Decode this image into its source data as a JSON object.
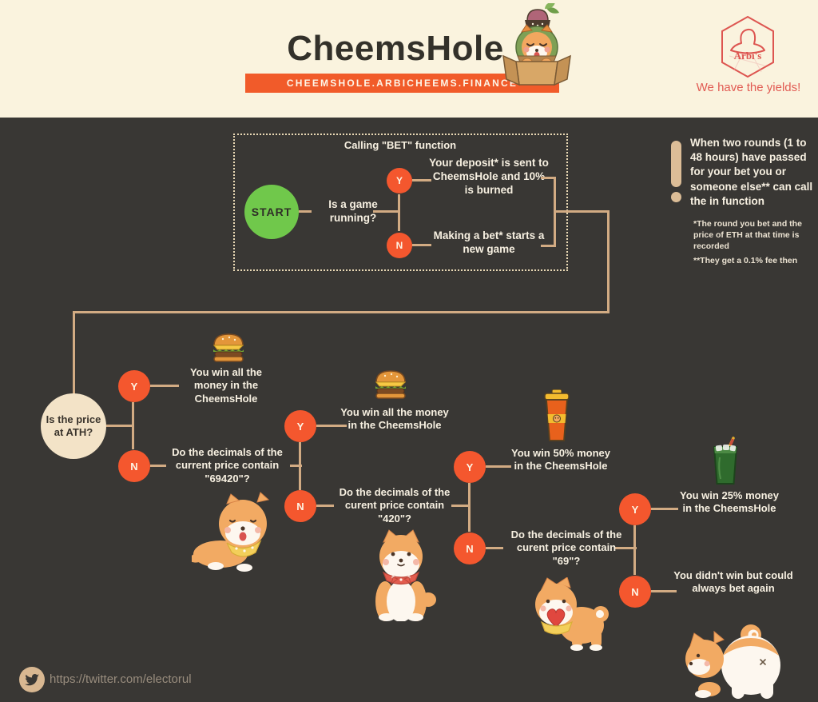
{
  "header": {
    "title": "CheemsHole",
    "banner_url": "CHEEMSHOLE.ARBICHEEMS.FINANCE",
    "logo_text": "Arbi's",
    "tagline": "We have the yields!"
  },
  "colors": {
    "background": "#393734",
    "header_bg": "#faf3de",
    "banner_orange": "#f15b2a",
    "node_orange": "#f4572e",
    "start_green": "#70c84b",
    "connector_tan": "#d2ab83",
    "cream_text": "#f7f0e1",
    "ath_cream": "#f3e3c7",
    "logo_red": "#dd5550"
  },
  "bet_box": {
    "title": "Calling \"BET\" function",
    "start": "START",
    "question": "Is a game running?",
    "yes": "Y",
    "no": "N",
    "yes_outcome": "Your deposit* is sent to CheemsHole and 10% is burned",
    "no_outcome": "Making a bet* starts a new game"
  },
  "side_note": {
    "main": "When two rounds (1 to 48 hours) have passed for your bet you or someone else** can call the in function",
    "footnote1": "*The round you bet and the price of ETH at that time is recorded",
    "footnote2": "**They get a 0.1% fee then"
  },
  "decision_tree": {
    "root_question": "Is the price at ATH?",
    "yes": "Y",
    "no": "N",
    "branches": [
      {
        "win_text": "You win all the money in the CheemsHole",
        "icon": "burger-icon",
        "next_question": "Do the decimals of the current price contain \"69420\"?"
      },
      {
        "win_text": "You win all the money in the CheemsHole",
        "icon": "burger-icon",
        "next_question": "Do the decimals of the curent price contain \"420\"?"
      },
      {
        "win_text": "You win 50% money in the CheemsHole",
        "icon": "coffee-cup-icon",
        "next_question": "Do the decimals of the curent price contain \"69\"?"
      },
      {
        "win_text": "You win 25% money in the CheemsHole",
        "icon": "green-drink-icon",
        "lose_text": "You didn't win but could always bet again"
      }
    ]
  },
  "footer": {
    "icon": "twitter-bird-icon",
    "url": "https://twitter.com/electorul"
  }
}
